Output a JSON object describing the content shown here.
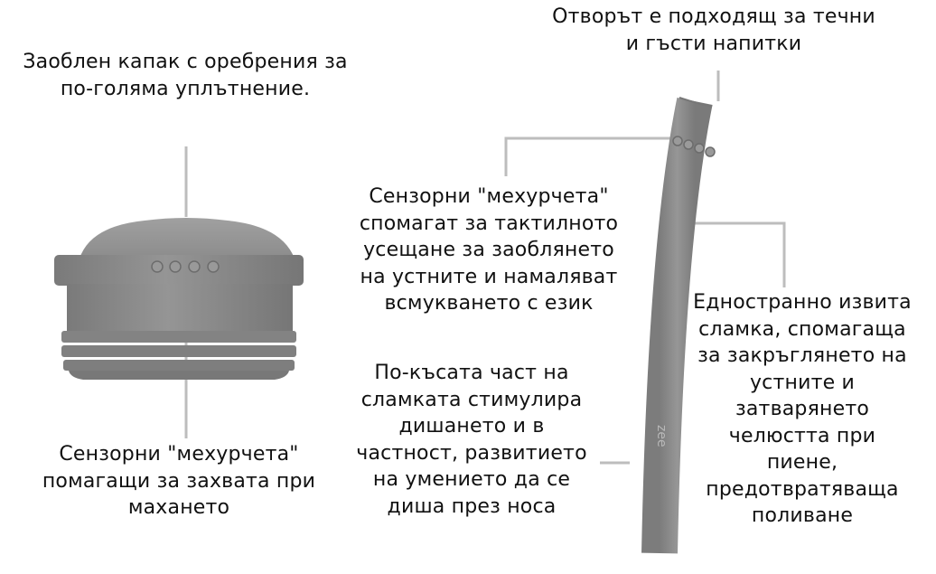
{
  "labels": {
    "lid_top": [
      "Заоблен капак с оребрения за",
      "по-голяма уплътнение."
    ],
    "lid_bottom": [
      "Сензорни \"мехурчета\"",
      "помагащи за захвата при",
      "махането"
    ],
    "straw_tip": [
      "Отворът е подходящ за течни",
      "и гъсти напитки"
    ],
    "straw_bubbles": [
      "Сензорни \"мехурчета\"",
      "спомагат за тактилното",
      "усещане за заоблянето",
      "на устните и намаляват",
      "всмукването с език"
    ],
    "straw_short": [
      "По-късата част на",
      "сламката стимулира",
      "дишането и в",
      "частност, развитието",
      "на умението да се",
      "диша през носа"
    ],
    "straw_bend": [
      "Едностранно извита",
      "сламка, спомагаща",
      "за закръглянето на",
      "устните и",
      "затварянето",
      "челюстта при",
      "пиене,",
      "предотвратяваща",
      "поливане"
    ]
  },
  "logo_text": "zee",
  "colors": {
    "product": "#8a8a8a",
    "product_dark": "#6f6f6f",
    "product_light": "#a3a3a3",
    "leader": "#bdbdbd"
  }
}
